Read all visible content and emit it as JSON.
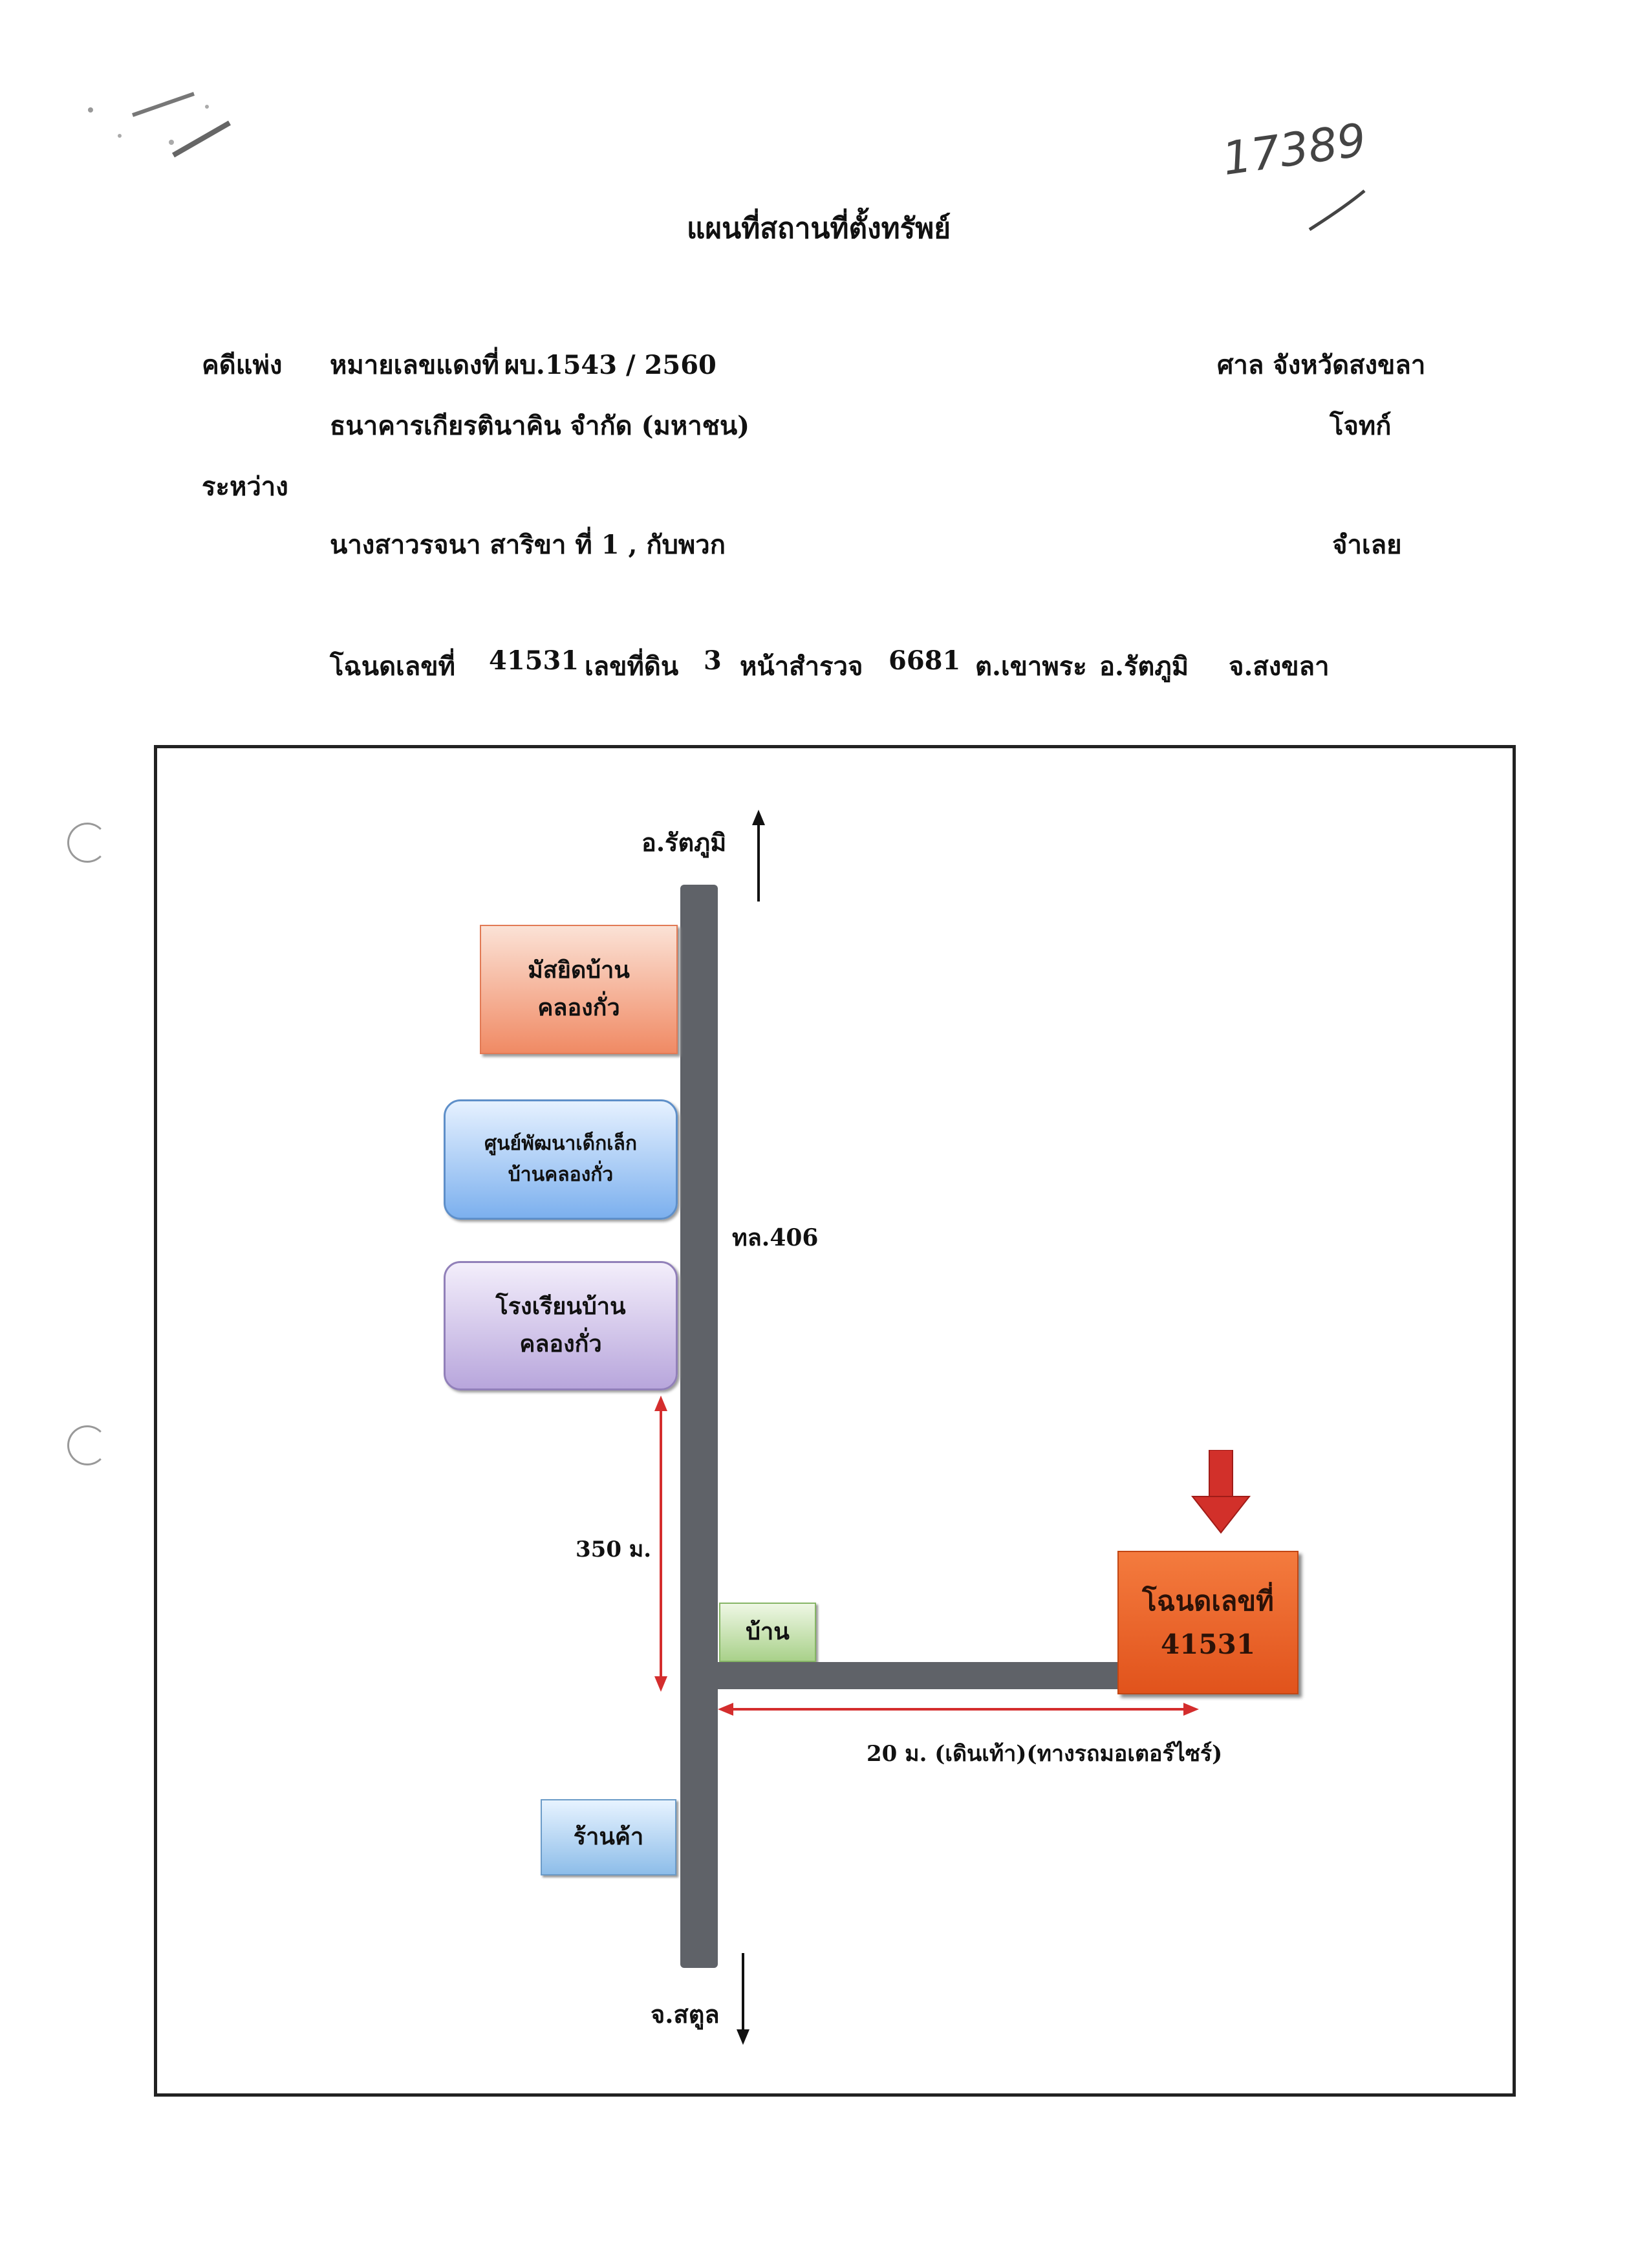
{
  "handwritten_number": "17389",
  "title": "แผนที่สถานที่ตั้งทรัพย์",
  "case": {
    "type_label": "คดีแพ่ง",
    "number_label": "หมายเลขแดงที่",
    "number_value": "ผบ.1543 / 2560",
    "court": "ศาล จังหวัดสงขลา",
    "plaintiff_name": "ธนาคารเกียรตินาคิน จำกัด (มหาชน)",
    "plaintiff_role": "โจทก์",
    "between": "ระหว่าง",
    "defendant_name": "นางสาวรจนา สาริขา ที่ 1 , กับพวก",
    "defendant_role": "จำเลย"
  },
  "deed_line": {
    "deed_label": "โฉนดเลขที่",
    "deed_no": "41531",
    "land_label": "เลขที่ดิน",
    "land_no": "3",
    "survey_label": "หน้าสำรวจ",
    "survey_no": "6681",
    "subdistrict": "ต.เขาพระ",
    "district": "อ.รัตภูมิ",
    "province": "จ.สงขลา"
  },
  "map": {
    "north_label": "อ.รัตภูมิ",
    "south_label": "จ.สตูล",
    "road_label": "ทล.406",
    "mosque_line1": "มัสยิดบ้าน",
    "mosque_line2": "คลองกั่ว",
    "childcare_line1": "ศูนย์พัฒนาเด็กเล็ก",
    "childcare_line2": "บ้านคลองกั่ว",
    "school_line1": "โรงเรียนบ้าน",
    "school_line2": "คลองกั่ว",
    "house": "บ้าน",
    "shop": "ร้านค้า",
    "deed_box_line1": "โฉนดเลขที่",
    "deed_box_line2": "41531",
    "distance_vertical": "350 ม.",
    "distance_horizontal": "20 ม. (เดินเท้า)(ทางรถมอเตอร์ไซร์)"
  },
  "colors": {
    "road": "#5f6268",
    "measure_arrow": "#d42d2d",
    "target_arrow": "#d2302a",
    "deed_box": "#e8622a"
  }
}
